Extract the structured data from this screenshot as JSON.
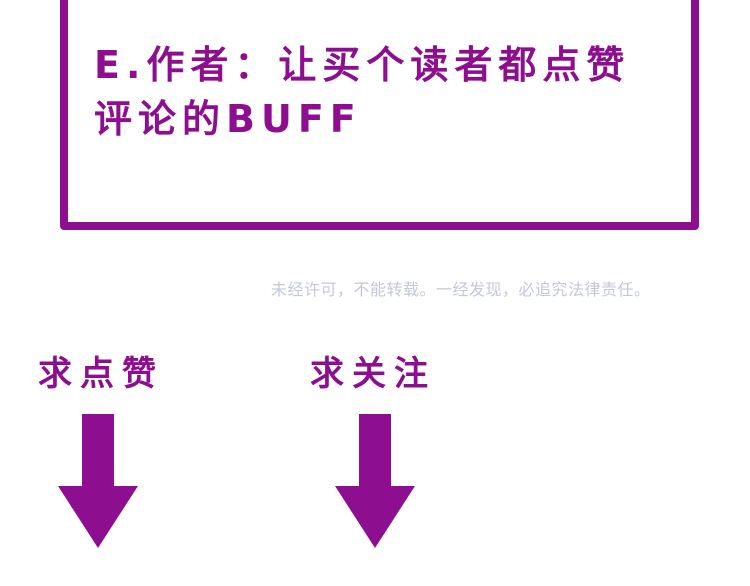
{
  "note_box": {
    "text": "E.作者：让买个读者都点赞评论的BUFF"
  },
  "watermark": "未经许可，不能转载。一经发现，必追究法律责任。",
  "calls_to_action": {
    "like_label": "求点赞",
    "follow_label": "求关注"
  },
  "icons": {
    "like_arrow": "arrow-down-icon",
    "follow_arrow": "arrow-down-icon"
  },
  "colors": {
    "accent": "#8d0f8f",
    "watermark": "#c4c7d8",
    "background": "#ffffff"
  }
}
